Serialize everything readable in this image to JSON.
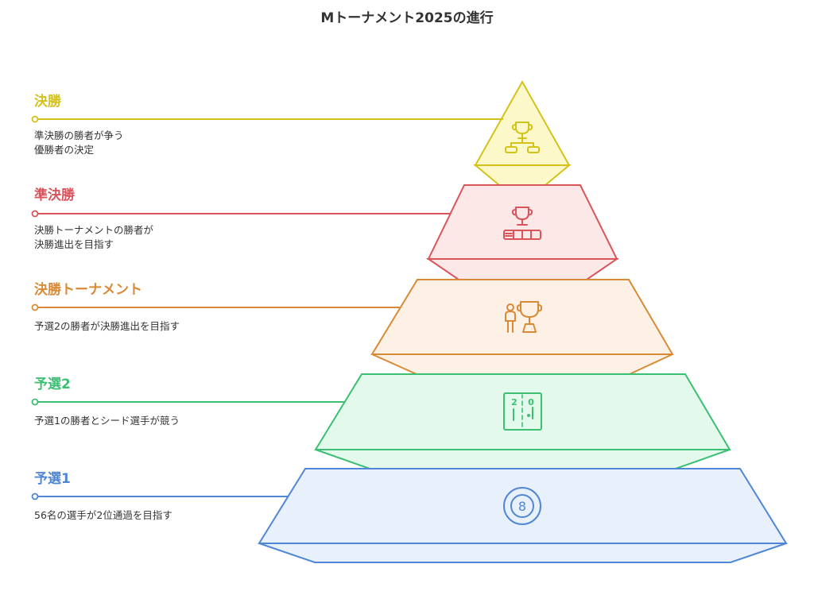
{
  "title": "Mトーナメント2025の進行",
  "tiers": [
    {
      "title": "決勝",
      "desc": [
        "準決勝の勝者が争う",
        "優勝者の決定"
      ],
      "color": "#d4c21a",
      "fill": "#fdf8c9",
      "icon": "trophy-bracket-icon"
    },
    {
      "title": "準決勝",
      "desc": [
        "決勝トーナメントの勝者が",
        "決勝進出を目指す"
      ],
      "color": "#d9545b",
      "fill": "#fde8e8",
      "icon": "trophy-books-icon"
    },
    {
      "title": "決勝トーナメント",
      "desc": [
        "予選2の勝者が決勝進出を目指す"
      ],
      "color": "#d98a36",
      "fill": "#fdf0e4",
      "icon": "person-trophy-icon"
    },
    {
      "title": "予選2",
      "desc": [
        "予選1の勝者とシード選手が競う"
      ],
      "color": "#3cbf72",
      "fill": "#e3f9ec",
      "icon": "scoreboard-icon",
      "score": [
        "2",
        "0"
      ]
    },
    {
      "title": "予選1",
      "desc": [
        "56名の選手が2位通過を目指す"
      ],
      "color": "#4f86d6",
      "fill": "#e8f0fb",
      "icon": "eight-ball-icon",
      "ball": "8"
    }
  ]
}
